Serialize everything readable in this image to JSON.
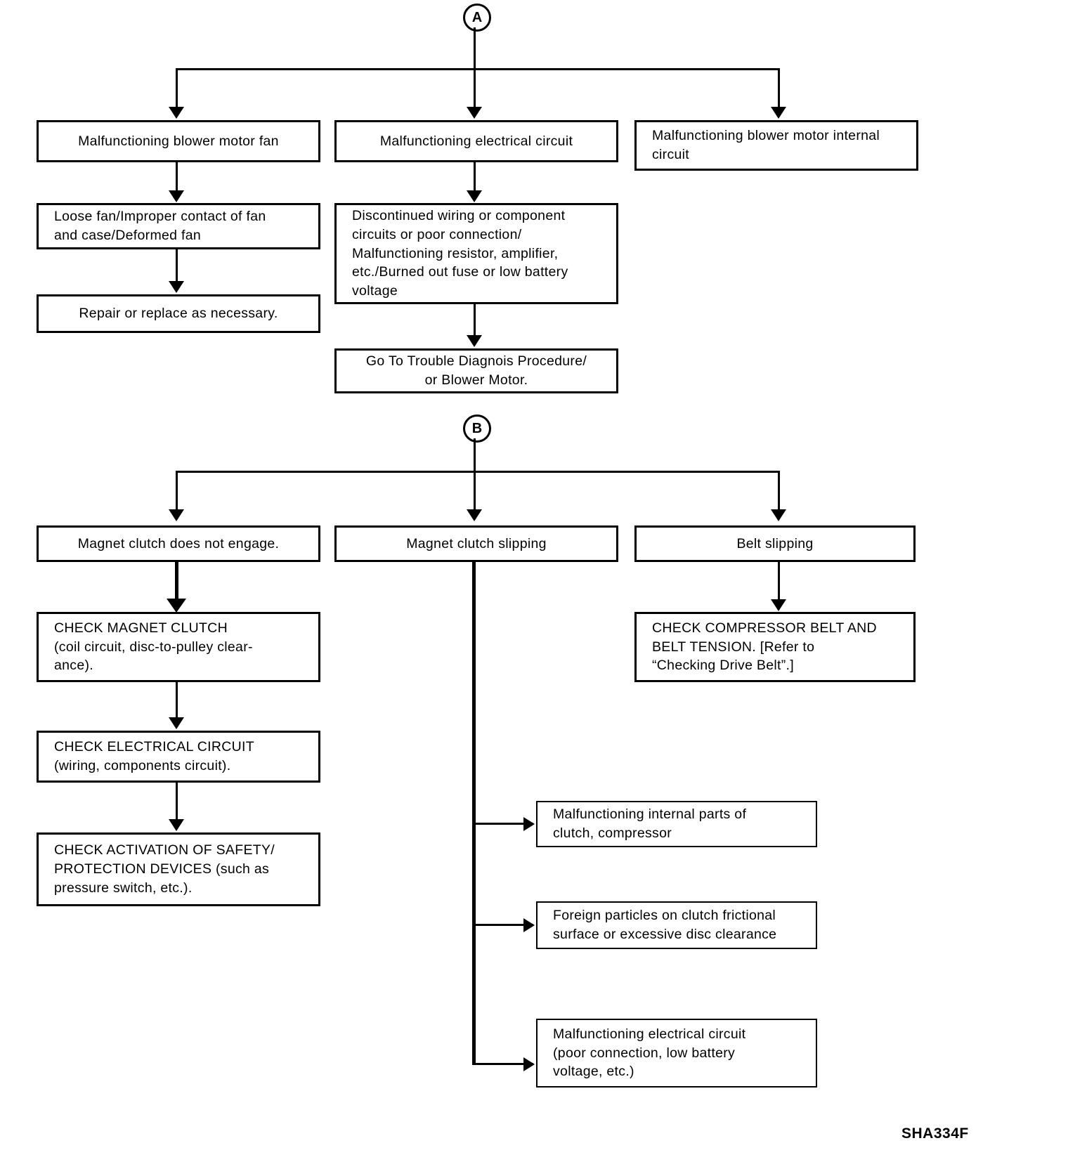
{
  "figure": {
    "id_label": "SHA334F"
  },
  "connectors": {
    "tag_a": "A",
    "tag_b": "B"
  },
  "section_a": {
    "branches": [
      {
        "title": "Malfunctioning blower motor fan",
        "steps": [
          "Loose fan/Improper contact of fan\nand case/Deformed fan",
          "Repair or replace as necessary."
        ]
      },
      {
        "title": "Malfunctioning electrical circuit",
        "steps": [
          "Discontinued wiring or component\ncircuits or poor connection/\nMalfunctioning resistor, amplifier,\netc./Burned out fuse or low battery\nvoltage",
          "Go To Trouble Diagnois Procedure/\nor Blower Motor."
        ]
      },
      {
        "title": "Malfunctioning blower motor internal\ncircuit",
        "steps": []
      }
    ]
  },
  "section_b": {
    "branches": [
      {
        "title": "Magnet clutch does not engage.",
        "steps": [
          "CHECK MAGNET CLUTCH\n(coil circuit, disc-to-pulley clear-\nance).",
          "CHECK ELECTRICAL CIRCUIT\n(wiring, components circuit).",
          "CHECK ACTIVATION OF SAFETY/\nPROTECTION DEVICES (such as\npressure switch, etc.)."
        ]
      },
      {
        "title": "Magnet clutch slipping",
        "causes": [
          "Malfunctioning internal parts of\nclutch, compressor",
          "Foreign particles on clutch frictional\nsurface or excessive disc clearance",
          "Malfunctioning electrical circuit\n(poor connection, low battery\nvoltage, etc.)"
        ]
      },
      {
        "title": "Belt slipping",
        "steps": [
          "CHECK COMPRESSOR BELT AND\nBELT TENSION. [Refer to\n“Checking Drive Belt”.]"
        ]
      }
    ]
  }
}
